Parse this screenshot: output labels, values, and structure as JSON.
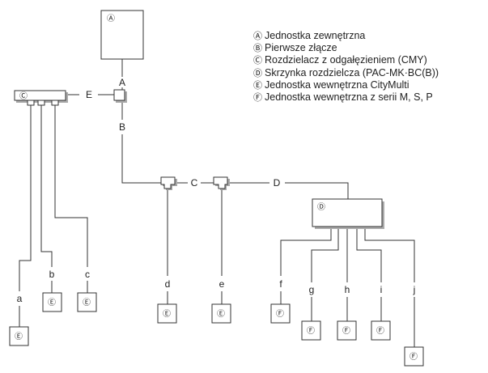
{
  "symbols": {
    "A": "Ⓐ",
    "B": "Ⓑ",
    "C": "Ⓒ",
    "D": "Ⓓ",
    "E": "Ⓔ",
    "F": "Ⓕ"
  },
  "legend": [
    {
      "symbol": "Ⓐ",
      "text": "Jednostka zewnętrzna"
    },
    {
      "symbol": "Ⓑ",
      "text": "Pierwsze złącze"
    },
    {
      "symbol": "Ⓒ",
      "text": "Rozdzielacz z odgałęzieniem (CMY)"
    },
    {
      "symbol": "Ⓓ",
      "text": "Skrzynka rozdzielcza (PAC-MK·BC(B))"
    },
    {
      "symbol": "Ⓔ",
      "text": "Jednostka wewnętrzna CityMulti"
    },
    {
      "symbol": "Ⓕ",
      "text": "Jednostka wewnętrzna z serii M, S, P"
    }
  ],
  "pipe_labels": {
    "A": "A",
    "B": "B",
    "C": "C",
    "D": "D",
    "E": "E",
    "a": "a",
    "b": "b",
    "c": "c",
    "d": "d",
    "e": "e",
    "f": "f",
    "g": "g",
    "h": "h",
    "i": "i",
    "j": "j"
  }
}
